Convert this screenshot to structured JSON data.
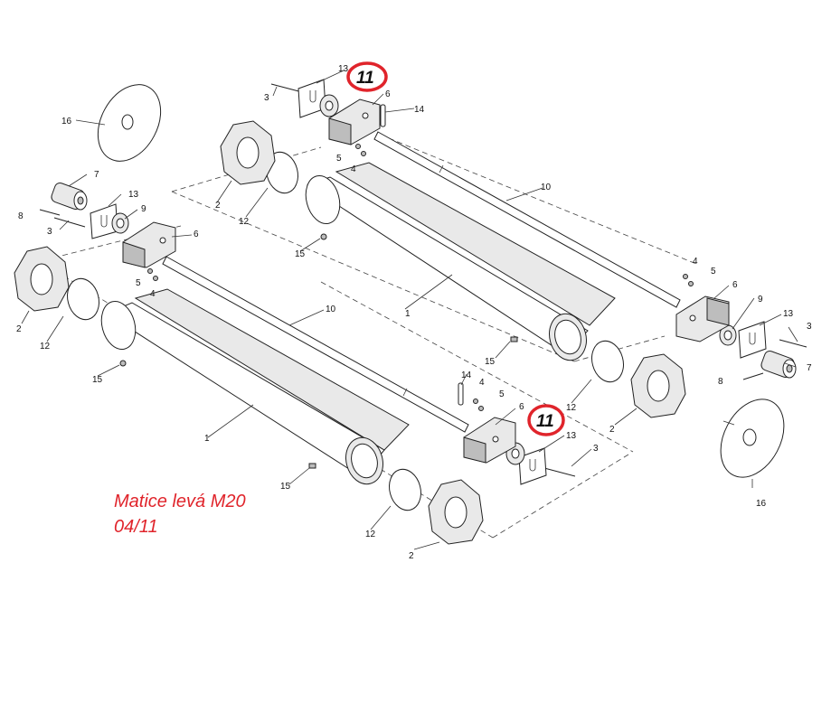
{
  "caption": {
    "title": "Matice levá M20",
    "code": "04/11",
    "color": "#e0242b"
  },
  "highlight": {
    "label": "11",
    "ring_color": "#e0242b"
  },
  "labels": {
    "l1a": "1",
    "l1b": "1",
    "l2a": "2",
    "l2b": "2",
    "l2c": "2",
    "l2d": "2",
    "l3a": "3",
    "l3b": "3",
    "l3c": "3",
    "l3d": "3",
    "l4a": "4",
    "l4b": "4",
    "l4c": "4",
    "l4d": "4",
    "l5a": "5",
    "l5b": "5",
    "l5c": "5",
    "l5d": "5",
    "l6a": "6",
    "l6b": "6",
    "l6c": "6",
    "l6d": "6",
    "l7a": "7",
    "l7b": "7",
    "l8a": "8",
    "l8b": "8",
    "l9a": "9",
    "l9b": "9",
    "l10a": "10",
    "l10b": "10",
    "l12a": "12",
    "l12b": "12",
    "l12c": "12",
    "l12d": "12",
    "l13a": "13",
    "l13b": "13",
    "l13c": "13",
    "l13d": "13",
    "l14a": "14",
    "l14b": "14",
    "l15a": "15",
    "l15b": "15",
    "l15c": "15",
    "l15d": "15",
    "l16a": "16",
    "l16b": "16"
  }
}
